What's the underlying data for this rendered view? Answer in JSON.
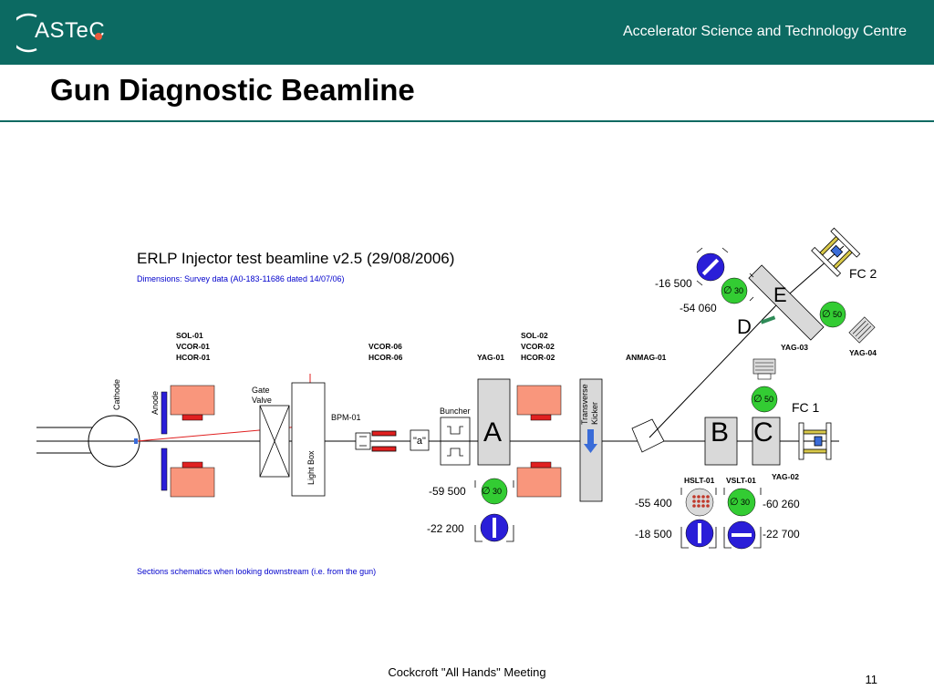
{
  "header": {
    "logo_text": "ASTeC",
    "centre_name": "Accelerator Science and Technology Centre"
  },
  "title": "Gun Diagnostic Beamline",
  "diagram": {
    "heading": "ERLP Injector test beamline v2.5 (29/08/2006)",
    "subheading": "Dimensions: Survey data (A0-183-11686 dated 14/07/06)",
    "note": "Sections schematics when looking downstream (i.e. from the gun)",
    "magnet_groups": [
      {
        "lines": [
          "SOL-01",
          "VCOR-01",
          "HCOR-01"
        ]
      },
      {
        "lines": [
          "VCOR-06",
          "HCOR-06"
        ]
      },
      {
        "lines": [
          "YAG-01"
        ]
      },
      {
        "lines": [
          "SOL-02",
          "VCOR-02",
          "HCOR-02"
        ]
      },
      {
        "lines": [
          "ANMAG-01"
        ]
      }
    ],
    "components": {
      "cathode": "Cathode",
      "anode": "Anode",
      "gate_valve": [
        "Gate",
        "Valve"
      ],
      "light_box": "Light Box",
      "bpm": "BPM-01",
      "a_label": "\"a\"",
      "buncher": "Buncher",
      "kicker": [
        "Transverse",
        "Kicker"
      ]
    },
    "stations": {
      "A": "A",
      "B": "B",
      "C": "C",
      "D": "D",
      "E": "E",
      "fc1": "FC 1",
      "fc2": "FC 2"
    },
    "diag_labels": {
      "yag02": "YAG-02",
      "yag03": "YAG-03",
      "yag04": "YAG-04",
      "hslt": "HSLT-01",
      "vslt": "VSLT-01"
    },
    "apertures": {
      "d30": "30",
      "d50": "50"
    },
    "values": {
      "a_top": "-59 500",
      "a_bottom": "-22 200",
      "b_top": "-55 400",
      "b_bottom": "-18 500",
      "c_top": "-60 260",
      "c_bottom": "-22 700",
      "e_top": "-16 500",
      "e_bottom": "-54 060"
    }
  },
  "footer": {
    "meeting": "Cockcroft \"All Hands\" Meeting",
    "page": "11"
  },
  "colors": {
    "header": "#0c6a62",
    "magnet": "#f9967c",
    "coil": "#e02020",
    "screen_blue": "#2a1ed8",
    "aperture_green": "#33cc33",
    "subheading_blue": "#0000cc"
  }
}
